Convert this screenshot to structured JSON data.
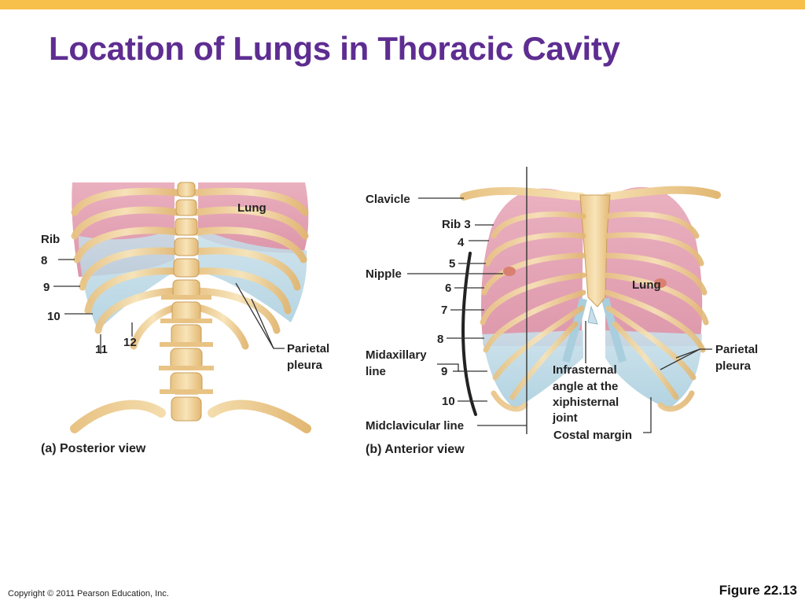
{
  "slide": {
    "title": "Location of Lungs in Thoracic Cavity",
    "copyright": "Copyright © 2011 Pearson Education, Inc.",
    "figure_number": "Figure 22.13"
  },
  "posterior": {
    "caption": "(a) Posterior view",
    "lung": "Lung",
    "rib": "Rib",
    "rib8": "8",
    "rib9": "9",
    "rib10": "10",
    "rib11": "11",
    "rib12": "12",
    "parietal_1": "Parietal",
    "parietal_2": "pleura"
  },
  "anterior": {
    "caption": "(b) Anterior view",
    "clavicle": "Clavicle",
    "rib3": "Rib 3",
    "rib4": "4",
    "rib5": "5",
    "rib6": "6",
    "rib7": "7",
    "rib8": "8",
    "rib9": "9",
    "rib10": "10",
    "nipple": "Nipple",
    "lung": "Lung",
    "midaxillary_1": "Midaxillary",
    "midaxillary_2": "line",
    "midclavicular": "Midclavicular line",
    "infrasternal_1": "Infrasternal",
    "infrasternal_2": "angle at the",
    "infrasternal_3": "xiphisternal",
    "infrasternal_4": "joint",
    "costal_margin": "Costal margin",
    "parietal_1": "Parietal",
    "parietal_2": "pleura"
  },
  "colors": {
    "title": "#5e2d91",
    "top_bar": "#f7c04a",
    "bone": "#f0d49c",
    "lung": "#e898ab",
    "pleura": "#bcd9e6"
  }
}
